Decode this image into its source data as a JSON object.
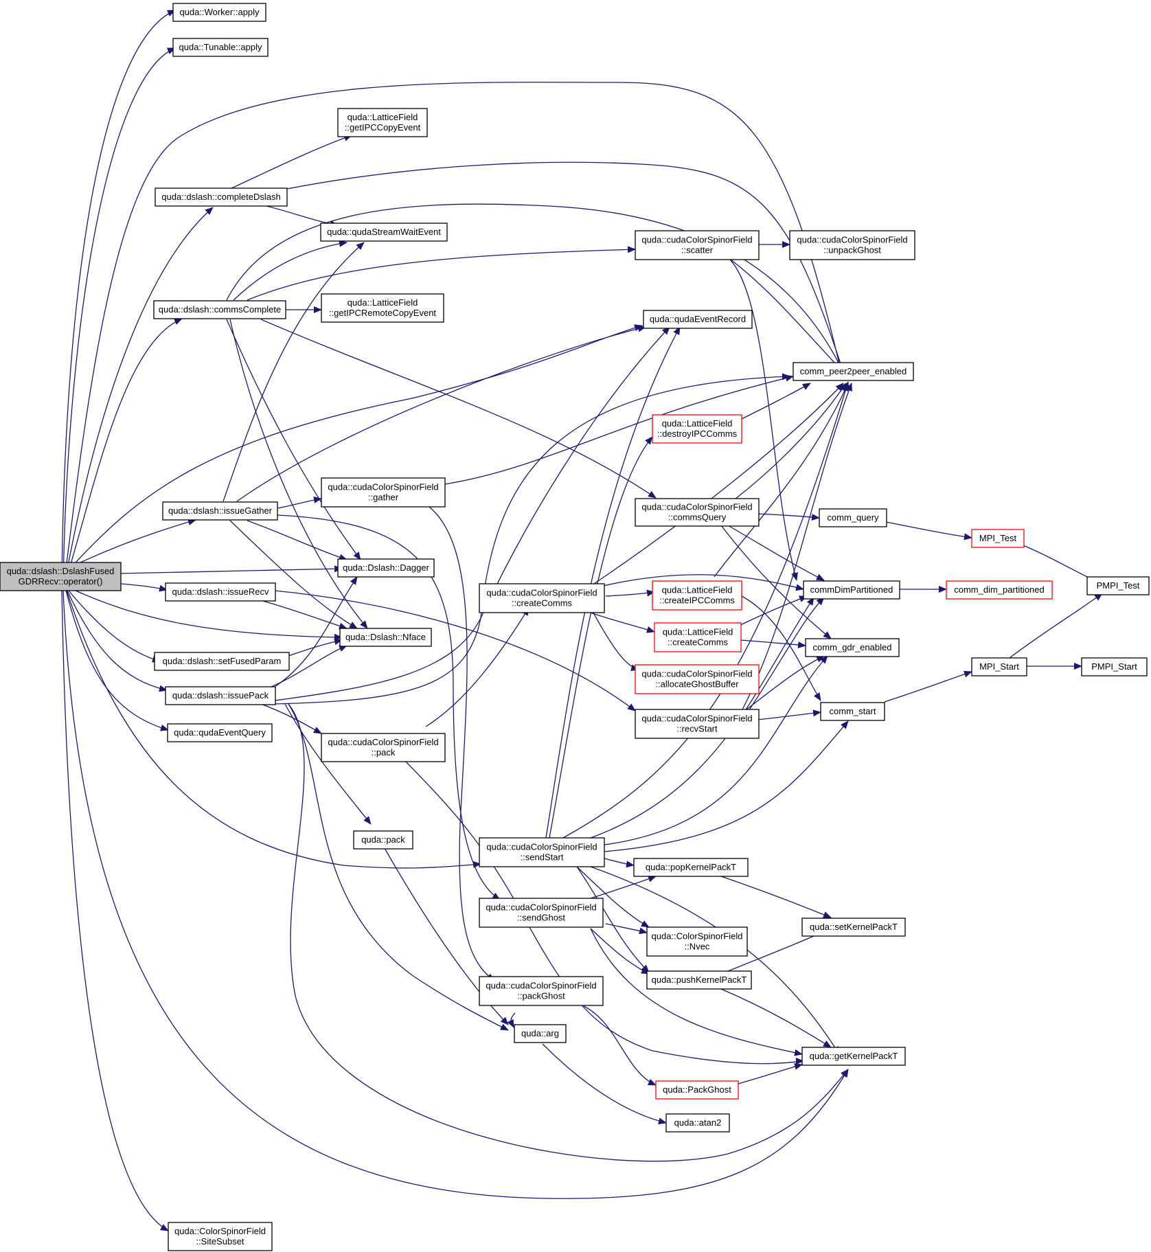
{
  "graph": {
    "colors": {
      "edge": "#191970",
      "root_fill": "#bfbfbf",
      "normal_border": "#000000",
      "truncated_border": "#ff0000",
      "background": "#ffffff"
    },
    "nodes": [
      {
        "id": "root",
        "lines": [
          "quda::dslash::DslashFused",
          "GDRRecv::operator()"
        ],
        "style": "root"
      },
      {
        "id": "worker_apply",
        "lines": [
          "quda::Worker::apply"
        ],
        "style": "normal"
      },
      {
        "id": "tunable_apply",
        "lines": [
          "quda::Tunable::apply"
        ],
        "style": "normal"
      },
      {
        "id": "getIPCCopyEvent",
        "lines": [
          "quda::LatticeField",
          "::getIPCCopyEvent"
        ],
        "style": "normal"
      },
      {
        "id": "completeDslash",
        "lines": [
          "quda::dslash::completeDslash"
        ],
        "style": "normal"
      },
      {
        "id": "qudaStreamWaitEvent",
        "lines": [
          "quda::qudaStreamWaitEvent"
        ],
        "style": "normal"
      },
      {
        "id": "commsComplete",
        "lines": [
          "quda::dslash::commsComplete"
        ],
        "style": "normal"
      },
      {
        "id": "getIPCRemoteCopyEvent",
        "lines": [
          "quda::LatticeField",
          "::getIPCRemoteCopyEvent"
        ],
        "style": "normal"
      },
      {
        "id": "issueGather",
        "lines": [
          "quda::dslash::issueGather"
        ],
        "style": "normal"
      },
      {
        "id": "gather",
        "lines": [
          "quda::cudaColorSpinorField",
          "::gather"
        ],
        "style": "normal"
      },
      {
        "id": "dagger",
        "lines": [
          "quda::Dslash::Dagger"
        ],
        "style": "normal"
      },
      {
        "id": "issueRecv",
        "lines": [
          "quda::dslash::issueRecv"
        ],
        "style": "normal"
      },
      {
        "id": "nface",
        "lines": [
          "quda::Dslash::Nface"
        ],
        "style": "normal"
      },
      {
        "id": "setFusedParam",
        "lines": [
          "quda::dslash::setFusedParam"
        ],
        "style": "normal"
      },
      {
        "id": "issuePack",
        "lines": [
          "quda::dslash::issuePack"
        ],
        "style": "normal"
      },
      {
        "id": "qudaEventQuery",
        "lines": [
          "quda::qudaEventQuery"
        ],
        "style": "normal"
      },
      {
        "id": "cpack",
        "lines": [
          "quda::cudaColorSpinorField",
          "::pack"
        ],
        "style": "normal"
      },
      {
        "id": "qpack",
        "lines": [
          "quda::pack"
        ],
        "style": "normal"
      },
      {
        "id": "siteSubset",
        "lines": [
          "quda::ColorSpinorField",
          "::SiteSubset"
        ],
        "style": "normal"
      },
      {
        "id": "scatter",
        "lines": [
          "quda::cudaColorSpinorField",
          "::scatter"
        ],
        "style": "normal"
      },
      {
        "id": "unpackGhost",
        "lines": [
          "quda::cudaColorSpinorField",
          "::unpackGhost"
        ],
        "style": "normal"
      },
      {
        "id": "qudaEventRecord",
        "lines": [
          "quda::qudaEventRecord"
        ],
        "style": "normal"
      },
      {
        "id": "commPeer",
        "lines": [
          "comm_peer2peer_enabled"
        ],
        "style": "normal"
      },
      {
        "id": "destroyIPCComms",
        "lines": [
          "quda::LatticeField",
          "::destroyIPCComms"
        ],
        "style": "truncated"
      },
      {
        "id": "commsQuery",
        "lines": [
          "quda::cudaColorSpinorField",
          "::commsQuery"
        ],
        "style": "normal"
      },
      {
        "id": "commQuery",
        "lines": [
          "comm_query"
        ],
        "style": "normal"
      },
      {
        "id": "mpiTest",
        "lines": [
          "MPI_Test"
        ],
        "style": "truncated"
      },
      {
        "id": "pmpiTest",
        "lines": [
          "PMPI_Test"
        ],
        "style": "normal"
      },
      {
        "id": "createComms",
        "lines": [
          "quda::cudaColorSpinorField",
          "::createComms"
        ],
        "style": "normal"
      },
      {
        "id": "createIPCComms",
        "lines": [
          "quda::LatticeField",
          "::createIPCComms"
        ],
        "style": "truncated"
      },
      {
        "id": "commDimPartitioned",
        "lines": [
          "commDimPartitioned"
        ],
        "style": "normal"
      },
      {
        "id": "comm_dim_partitioned",
        "lines": [
          "comm_dim_partitioned"
        ],
        "style": "truncated"
      },
      {
        "id": "lcreateComms",
        "lines": [
          "quda::LatticeField",
          "::createComms"
        ],
        "style": "truncated"
      },
      {
        "id": "commGdr",
        "lines": [
          "comm_gdr_enabled"
        ],
        "style": "normal"
      },
      {
        "id": "allocGhost",
        "lines": [
          "quda::cudaColorSpinorField",
          "::allocateGhostBuffer"
        ],
        "style": "truncated"
      },
      {
        "id": "mpiStart",
        "lines": [
          "MPI_Start"
        ],
        "style": "normal"
      },
      {
        "id": "pmpiStart",
        "lines": [
          "PMPI_Start"
        ],
        "style": "normal"
      },
      {
        "id": "recvStart",
        "lines": [
          "quda::cudaColorSpinorField",
          "::recvStart"
        ],
        "style": "normal"
      },
      {
        "id": "commStart",
        "lines": [
          "comm_start"
        ],
        "style": "normal"
      },
      {
        "id": "sendStart",
        "lines": [
          "quda::cudaColorSpinorField",
          "::sendStart"
        ],
        "style": "normal"
      },
      {
        "id": "popKernel",
        "lines": [
          "quda::popKernelPackT"
        ],
        "style": "normal"
      },
      {
        "id": "sendGhost",
        "lines": [
          "quda::cudaColorSpinorField",
          "::sendGhost"
        ],
        "style": "normal"
      },
      {
        "id": "setKernel",
        "lines": [
          "quda::setKernelPackT"
        ],
        "style": "normal"
      },
      {
        "id": "nvec",
        "lines": [
          "quda::ColorSpinorField",
          "::Nvec"
        ],
        "style": "normal"
      },
      {
        "id": "pushKernel",
        "lines": [
          "quda::pushKernelPackT"
        ],
        "style": "normal"
      },
      {
        "id": "packGhost",
        "lines": [
          "quda::cudaColorSpinorField",
          "::packGhost"
        ],
        "style": "normal"
      },
      {
        "id": "qarg",
        "lines": [
          "quda::arg"
        ],
        "style": "normal"
      },
      {
        "id": "getKernel",
        "lines": [
          "quda::getKernelPackT"
        ],
        "style": "normal"
      },
      {
        "id": "PackGhost",
        "lines": [
          "quda::PackGhost"
        ],
        "style": "truncated"
      },
      {
        "id": "atan2",
        "lines": [
          "quda::atan2"
        ],
        "style": "normal"
      }
    ]
  }
}
